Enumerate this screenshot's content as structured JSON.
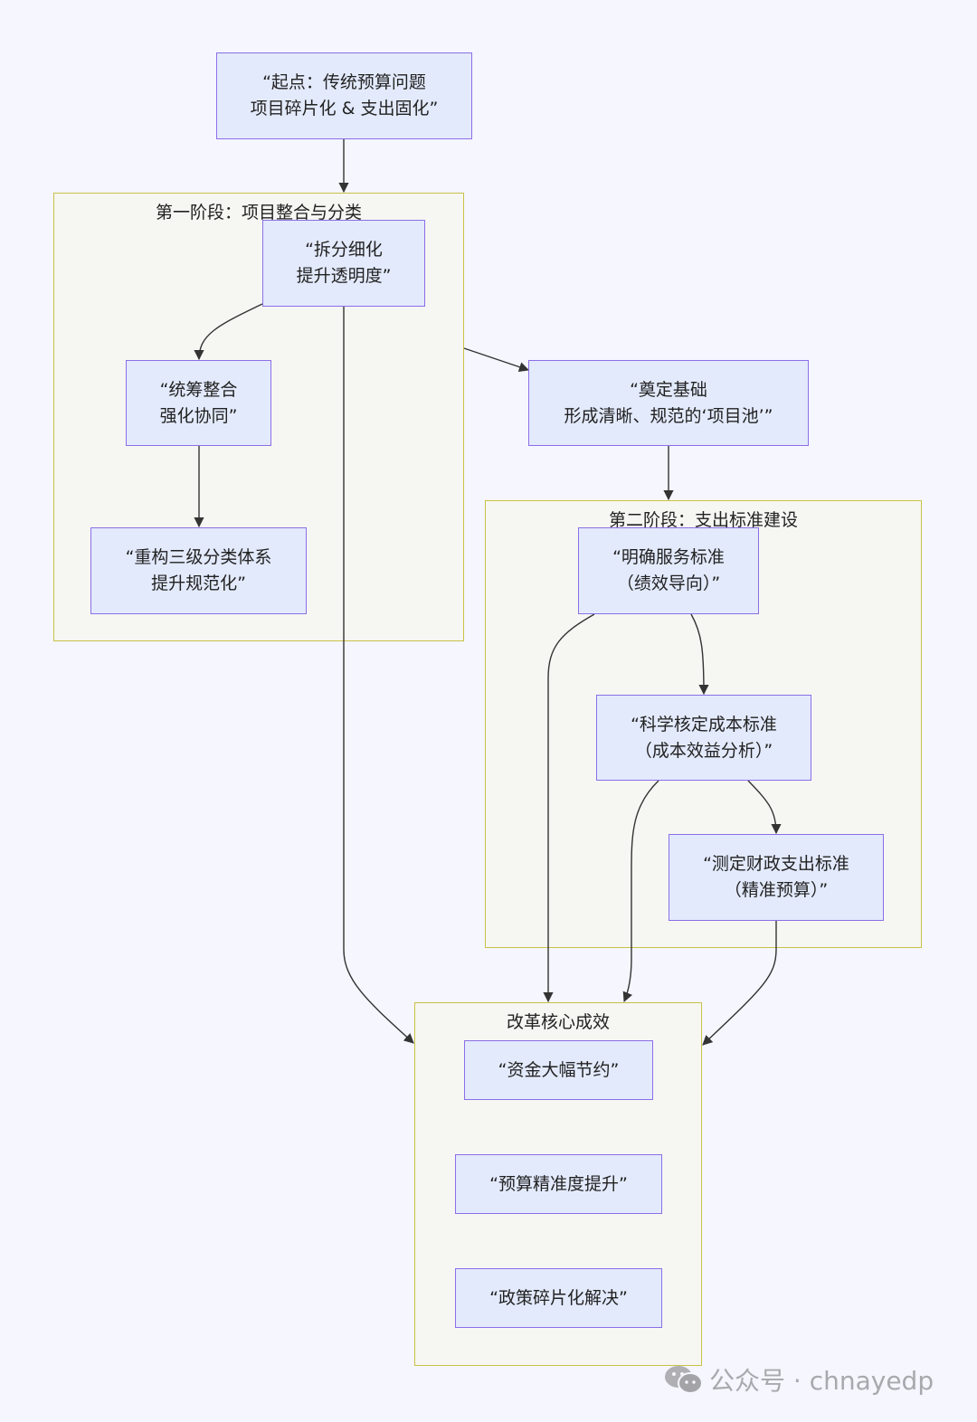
{
  "diagram": {
    "start_node": "“起点：传统预算问题\n项目碎片化 & 支出固化”",
    "groups": {
      "phase1": {
        "title": "第一阶段：项目整合与分类",
        "nodes": [
          "“拆分细化\n提升透明度”",
          "“统筹整合\n强化协同”",
          "“重构三级分类体系\n提升规范化”"
        ]
      },
      "foundation_node": "“奠定基础\n形成清晰、规范的‘项目池’”",
      "phase2": {
        "title": "第二阶段：支出标准建设",
        "nodes": [
          "“明确服务标准\n（绩效导向）”",
          "“科学核定成本标准\n（成本效益分析）”",
          "“测定财政支出标准\n（精准预算）”"
        ]
      },
      "results": {
        "title": "改革核心成效",
        "nodes": [
          "“资金大幅节约”",
          "“预算精准度提升”",
          "“政策碎片化解决”"
        ]
      }
    },
    "colors": {
      "background": "#f5f6fe",
      "node_fill": "#e3eafc",
      "node_border": "#8c6ee8",
      "group_fill": "#f6f7f2",
      "group_border": "#c9c148",
      "edge": "#333333"
    }
  },
  "watermark": {
    "icon": "wechat-icon",
    "text": "公众号 · chnayedp"
  }
}
